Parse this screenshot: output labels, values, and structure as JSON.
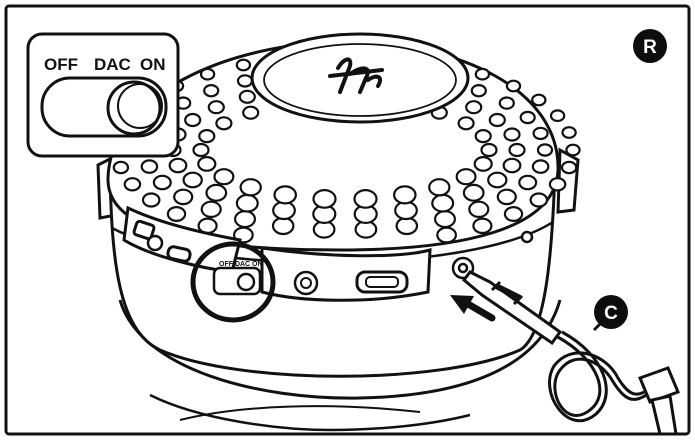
{
  "switch": {
    "positions": [
      "OFF",
      "DAC",
      "ON"
    ],
    "selected": "ON"
  },
  "callouts": {
    "side_badge": "R",
    "cable_badge": "C"
  },
  "icons": {
    "logo": "brand-logo-icon",
    "arrow": "insert-arrow-icon"
  },
  "colors": {
    "ink": "#111111",
    "paper": "#ffffff",
    "badge": "#0d0d0d"
  }
}
